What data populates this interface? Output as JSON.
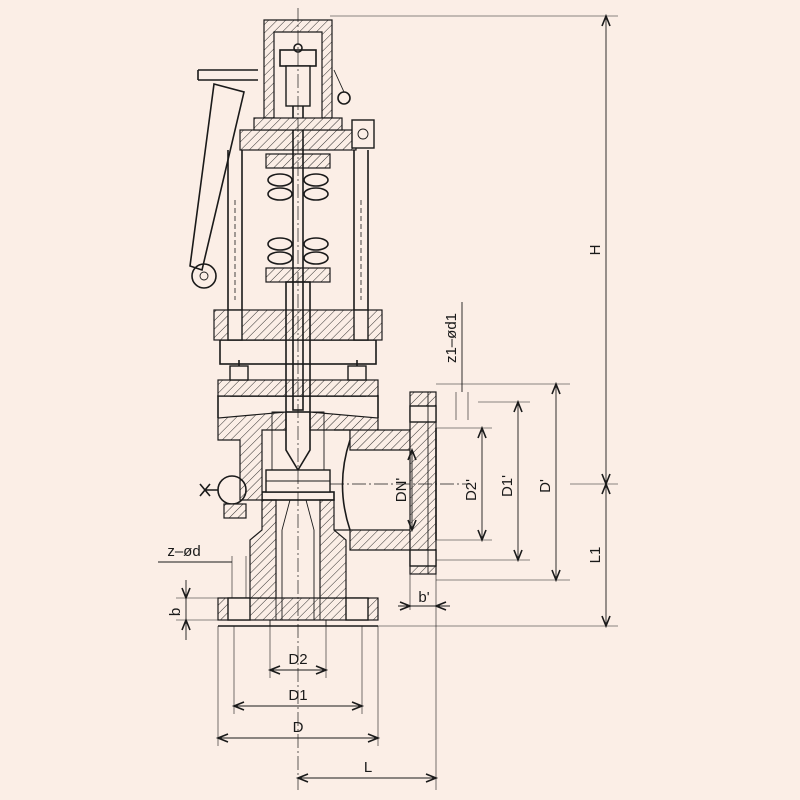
{
  "diagram": {
    "background": "#fbeee6",
    "line_color": "#1a1a1a",
    "labels": {
      "H": "H",
      "L1": "L1",
      "L": "L",
      "D": "D",
      "D1": "D1",
      "D2": "D2",
      "b": "b",
      "z_d": "z–ød",
      "z1_d1": "z1–ød1",
      "DN_p": "DN'",
      "D2_p": "D2'",
      "D1_p": "D1'",
      "D_p": "D'",
      "b_p": "b'"
    }
  }
}
